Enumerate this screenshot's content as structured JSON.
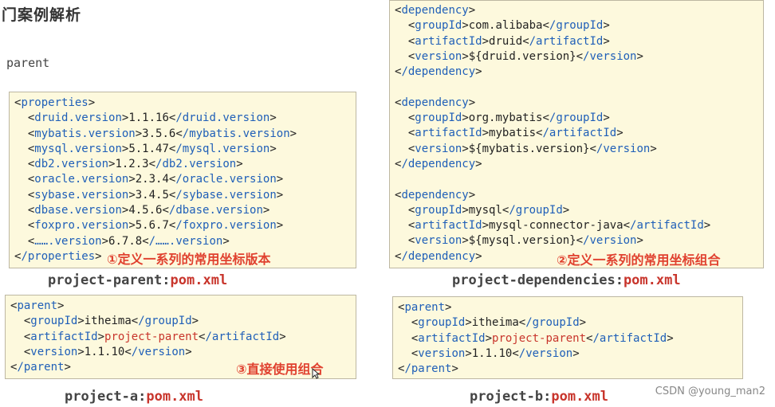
{
  "title": "门案例解析",
  "parent_label": "parent",
  "parent_pom": {
    "lines": [
      "<properties>",
      "  <druid.version>1.1.16</druid.version>",
      "  <mybatis.version>3.5.6</mybatis.version>",
      "  <mysql.version>5.1.47</mysql.version>",
      "  <db2.version>1.2.3</db2.version>",
      "  <oracle.version>2.3.4</oracle.version>",
      "  <sybase.version>3.4.5</sybase.version>",
      "  <dbase.version>4.5.6</dbase.version>",
      "  <foxpro.version>5.6.7</foxpro.version>",
      "  <…….version>6.7.8</…….version>",
      "</properties>"
    ],
    "note": "①定义一系列的常用坐标版本",
    "caption_name": "project-parent:",
    "caption_file": "pom.xml"
  },
  "dependencies_pom": {
    "lines": [
      "<dependency>",
      "  <groupId>com.alibaba</groupId>",
      "  <artifactId>druid</artifactId>",
      "  <version>${druid.version}</version>",
      "</dependency>",
      "",
      "<dependency>",
      "  <groupId>org.mybatis</groupId>",
      "  <artifactId>mybatis</artifactId>",
      "  <version>${mybatis.version}</version>",
      "</dependency>",
      "",
      "<dependency>",
      "  <groupId>mysql</groupId>",
      "  <artifactId>mysql-connector-java</artifactId>",
      "  <version>${mysql.version}</version>",
      "</dependency>"
    ],
    "note": "②定义一系列的常用坐标组合",
    "caption_name": "project-dependencies:",
    "caption_file": "pom.xml"
  },
  "project_a": {
    "lines": [
      "<parent>",
      "  <groupId>itheima</groupId>",
      "  <artifactId>project-parent</artifactId>",
      "  <version>1.1.10</version>",
      "</parent>"
    ],
    "note": "③直接使用组合",
    "caption_name": "project-a:",
    "caption_file": "pom.xml"
  },
  "project_b": {
    "lines": [
      "<parent>",
      "  <groupId>itheima</groupId>",
      "  <artifactId>project-parent</artifactId>",
      "  <version>1.1.10</version>",
      "</parent>"
    ],
    "caption_name": "project-b:",
    "caption_file": "pom.xml"
  },
  "highlight_value": "project-parent",
  "watermark": "CSDN @young_man2"
}
